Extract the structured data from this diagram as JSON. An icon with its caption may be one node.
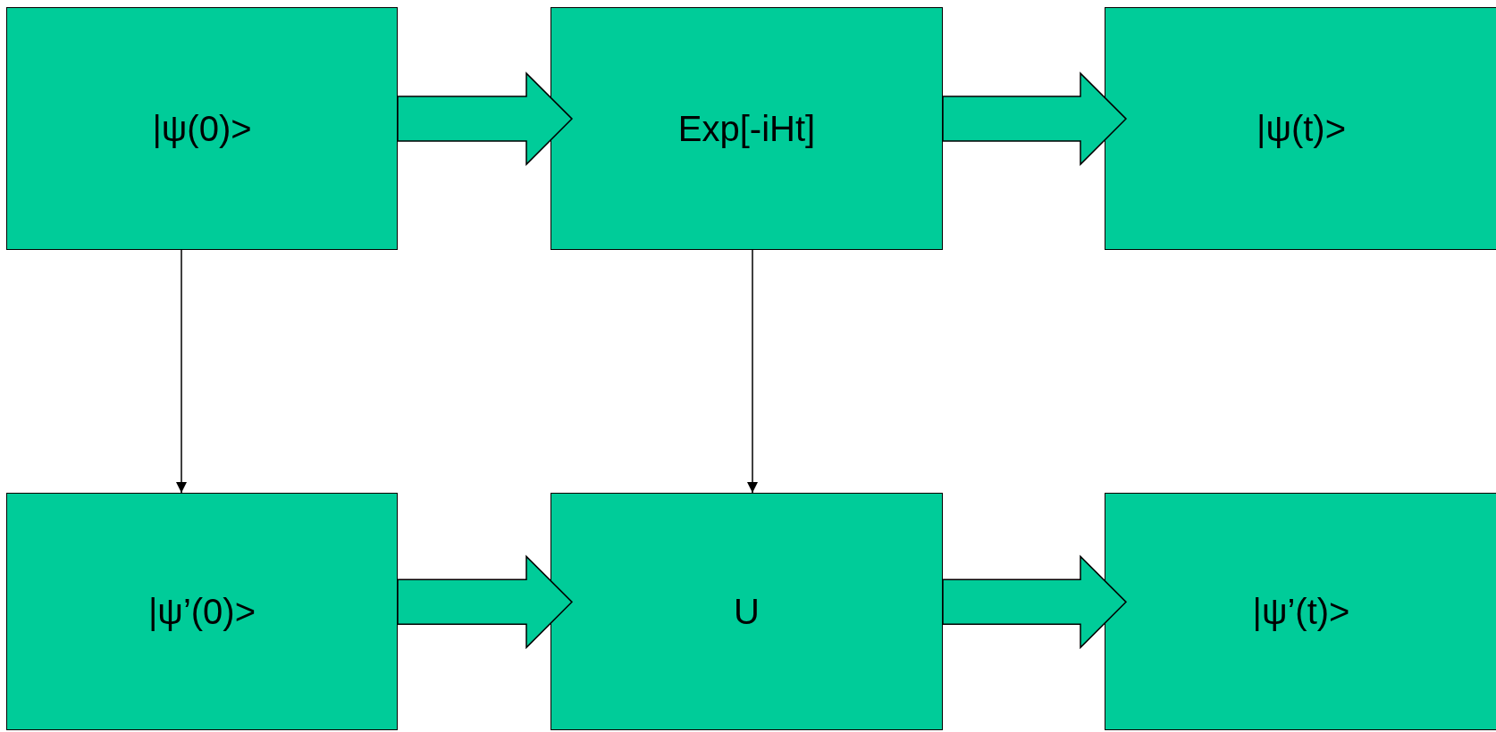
{
  "diagram": {
    "nodes": [
      {
        "text": [
          "|ψ(0)>"
        ]
      },
      {
        "text": [
          "Exp[-iHt]"
        ]
      },
      {
        "text": [
          "|ψ(t)>"
        ]
      },
      {
        "text": [
          "|ψ’(0)>"
        ]
      },
      {
        "text": [
          "U"
        ]
      },
      {
        "text": [
          "|ψ’(t)>"
        ]
      }
    ],
    "edges": [
      {
        "from": 0,
        "to": 1,
        "arrow": "to",
        "style": "thick"
      },
      {
        "from": 1,
        "to": 2,
        "arrow": "to",
        "style": "thick"
      },
      {
        "from": 3,
        "to": 4,
        "arrow": "to",
        "style": "thick"
      },
      {
        "from": 4,
        "to": 5,
        "arrow": "to",
        "style": "thick"
      },
      {
        "from": 0,
        "to": 3,
        "arrow": "to"
      },
      {
        "from": 1,
        "to": 4,
        "arrow": "to"
      }
    ]
  }
}
